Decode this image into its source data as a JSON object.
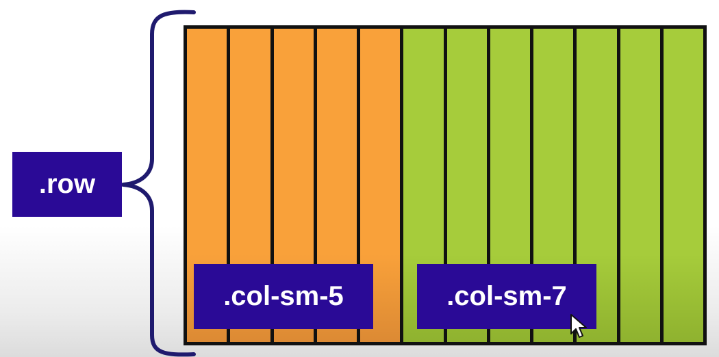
{
  "labels": {
    "row": ".row",
    "col_left": ".col-sm-5",
    "col_right": ".col-sm-7"
  },
  "grid": {
    "total_columns": 12,
    "left_span": 5,
    "right_span": 7
  },
  "colors": {
    "label_bg": "#2a0a96",
    "label_text": "#ffffff",
    "left_fill": "#f9a13a",
    "right_fill": "#a6cc3b",
    "lines": "#111111",
    "brace": "#1f1a6e"
  },
  "icons": {
    "brace": "curly-brace-icon",
    "cursor": "mouse-pointer-icon"
  }
}
